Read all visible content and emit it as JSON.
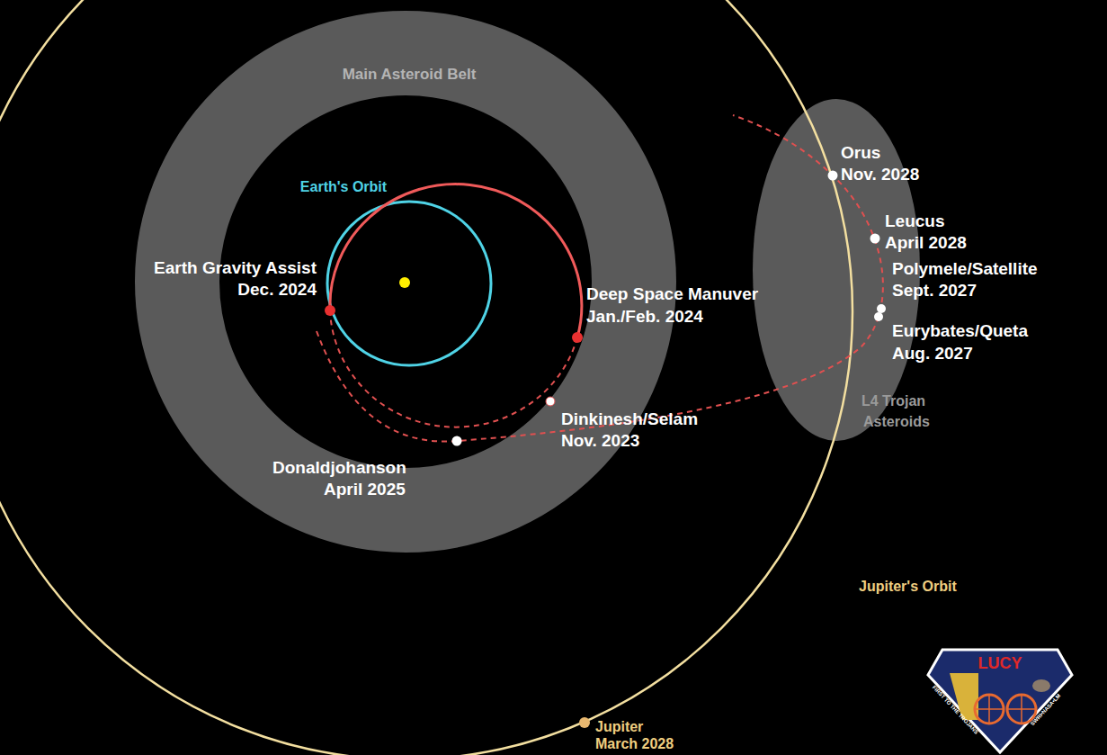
{
  "diagram": {
    "labels": [
      "Main Asteroid Belt",
      "Earth's Orbit",
      "Orus",
      "Nov. 2028",
      "Leucus",
      "April 2028",
      "Earth Gravity Assist",
      "Dec. 2024",
      "Polymele/Satellite",
      "Sept. 2027",
      "Deep Space Manuver",
      "Jan./Feb. 2024",
      "Eurybates/Queta",
      "Aug. 2027",
      "Dinkinesh/Selam",
      "Nov. 2023",
      "L4 Trojan",
      "Asteroids",
      "Donaldjohanson",
      "April 2025",
      "Jupiter's Orbit",
      "Jupiter",
      "March 2028",
      "LUCY",
      "FIRST TO THE TROJANS",
      "SWRI•NASA•LM"
    ]
  }
}
